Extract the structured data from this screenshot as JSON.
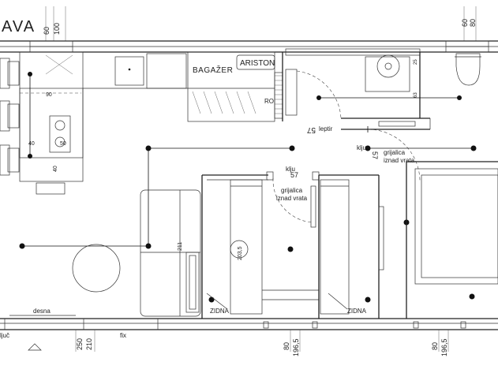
{
  "title": "AVA",
  "top_dims": {
    "left_60": "60",
    "left_100": "100",
    "right_60": "60",
    "right_80": "80"
  },
  "rooms": {
    "bagazer": "BAGAŽER",
    "ariston": "ARISTON",
    "ro": "RO",
    "leptir_num": "57",
    "leptir": "leptir",
    "klju_right": "klju",
    "klju_right_num": "57",
    "grijalica_right_1": "grijalica",
    "grijalica_right_2": "iznad vrata",
    "klju_mid": "klju",
    "klju_mid_num": "57",
    "grijalica_mid_1": "grijalica",
    "grijalica_mid_2": "iznad vrata",
    "zidna_left": "ZIDNA",
    "zidna_right": "ZIDNA"
  },
  "kitchen_dims": {
    "d90": "90",
    "d40a": "40",
    "d50": "50",
    "d40b": "40",
    "d25": "25",
    "d63": "63"
  },
  "misc_dims": {
    "d211": "211",
    "d2035": "203,5"
  },
  "bottom": {
    "desna": "desna",
    "kljuc": "ljuč",
    "d250": "250",
    "d210": "210",
    "fix": "fix",
    "d80a": "80",
    "d1965a": "196,5",
    "d80b": "80",
    "d1965b": "196,5"
  }
}
